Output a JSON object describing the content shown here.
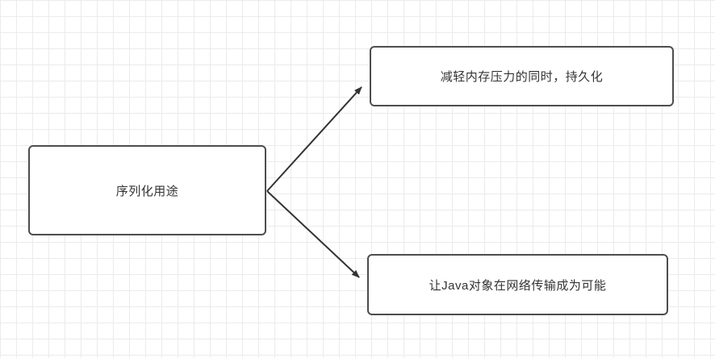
{
  "diagram": {
    "nodes": {
      "source": {
        "label": "序列化用途"
      },
      "persistence": {
        "label": "减轻内存压力的同时，持久化"
      },
      "network": {
        "label": "让Java对象在网络传输成为可能"
      }
    },
    "edges": [
      {
        "from": "source",
        "to": "persistence"
      },
      {
        "from": "source",
        "to": "network"
      }
    ],
    "colors": {
      "node_border": "#4d4d4d",
      "arrow": "#333333",
      "grid": "#ebebeb",
      "background": "#ffffff"
    }
  }
}
